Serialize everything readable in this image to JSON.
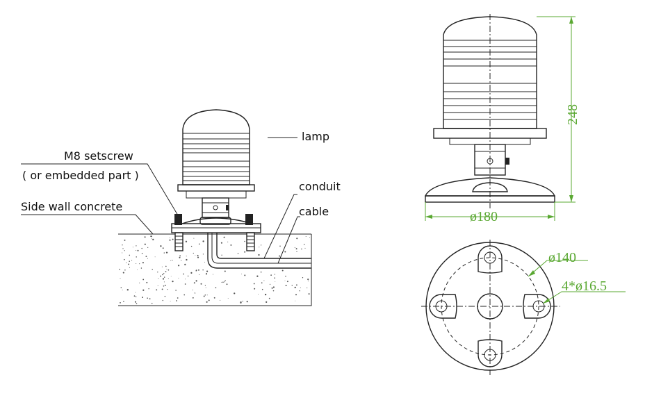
{
  "labels": {
    "lamp": "lamp",
    "setscrew": "M8 setscrew",
    "embedded": "( or embedded part )",
    "concrete": "Side wall concrete",
    "conduit": "conduit",
    "cable": "cable"
  },
  "dimensions": {
    "height": "248",
    "base_diameter": "ø180",
    "bolt_circle": "ø140",
    "holes": "4*ø16.5"
  },
  "colors": {
    "dimension": "#5aa832",
    "line": "#222222"
  }
}
